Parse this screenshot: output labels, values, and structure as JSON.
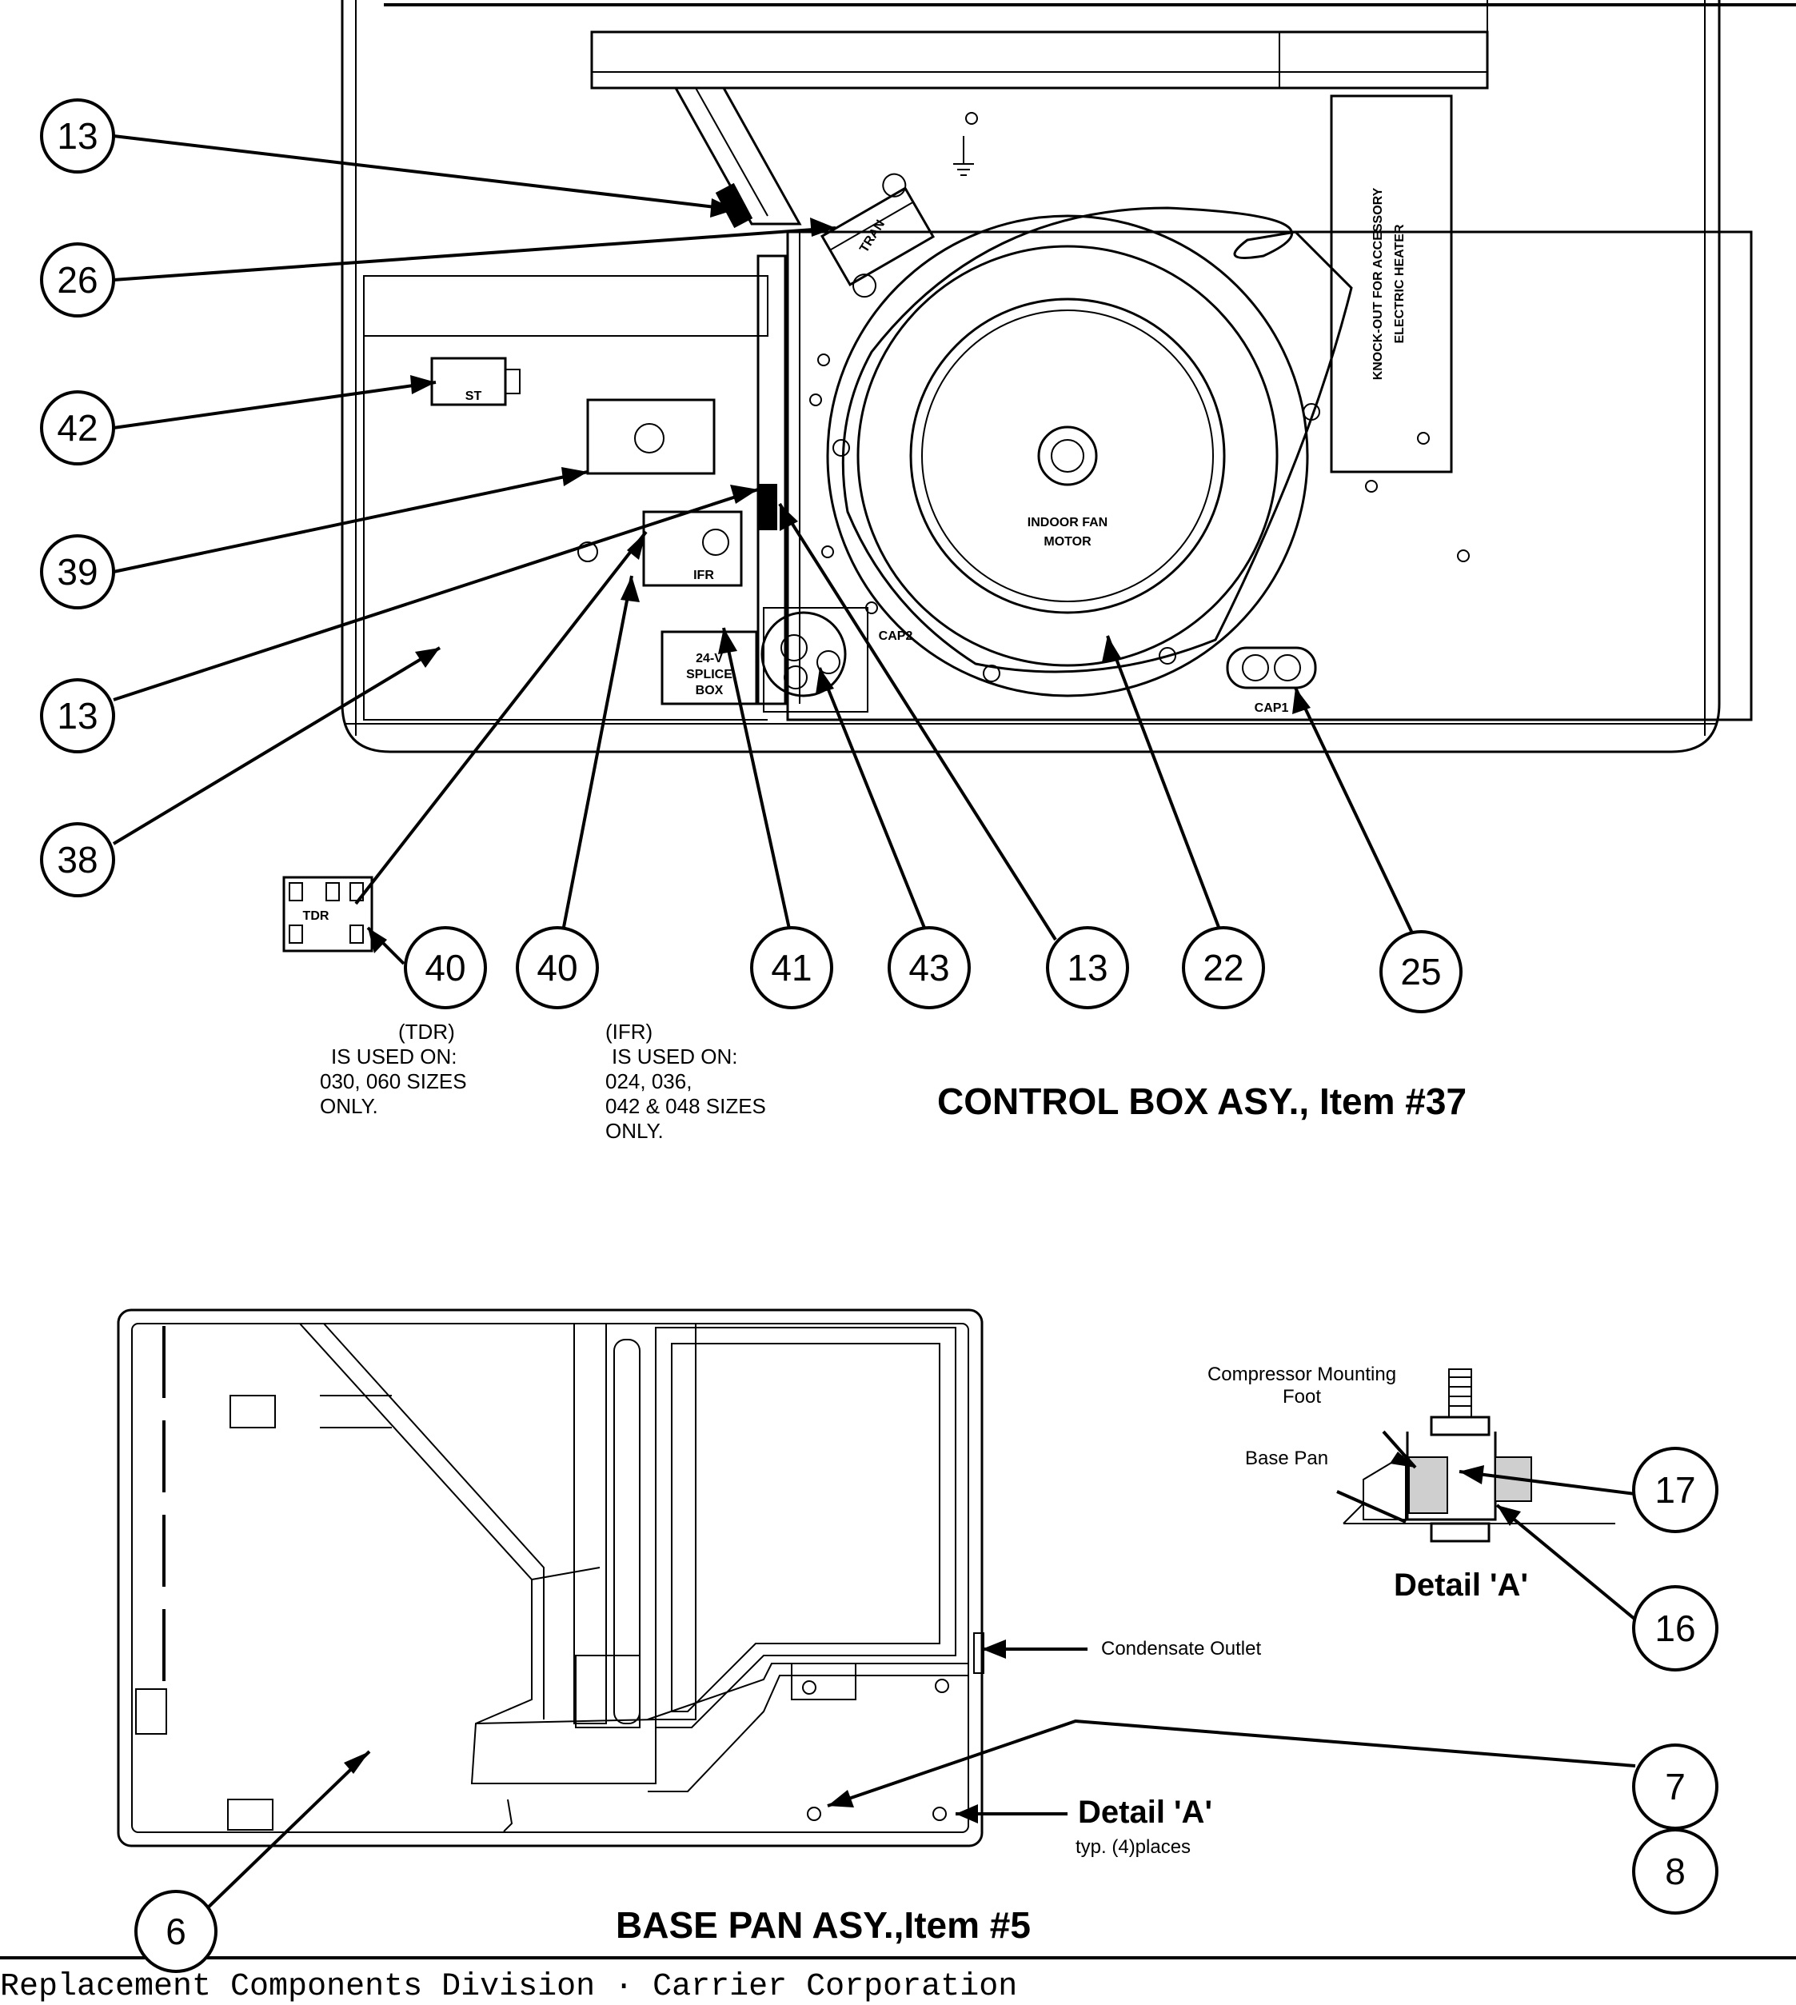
{
  "callouts": [
    {
      "label": "13"
    },
    {
      "label": "26"
    },
    {
      "label": "42"
    },
    {
      "label": "39"
    },
    {
      "label": "13"
    },
    {
      "label": "38"
    },
    {
      "label": "40"
    },
    {
      "label": "40"
    },
    {
      "label": "41"
    },
    {
      "label": "43"
    },
    {
      "label": "13"
    },
    {
      "label": "22"
    },
    {
      "label": "25"
    },
    {
      "label": "17"
    },
    {
      "label": "16"
    },
    {
      "label": "7"
    },
    {
      "label": "8"
    },
    {
      "label": "6"
    }
  ],
  "control_box": {
    "title": "CONTROL BOX ASY., Item #37",
    "tdr_note": [
      "(TDR)",
      "IS USED ON:",
      "030, 060 SIZES",
      "ONLY."
    ],
    "ifr_note": [
      "(IFR)",
      "IS USED ON:",
      "024, 036,",
      "042 & 048 SIZES",
      "ONLY."
    ],
    "part_labels": {
      "tran": "TRAN",
      "st": "ST",
      "ifr": "IFR",
      "tdr": "TDR",
      "splice_box": [
        "24-V",
        "SPLICE",
        "BOX"
      ],
      "cap2": "CAP2",
      "cap1": "CAP1",
      "indoor_fan_motor": [
        "INDOOR FAN",
        "MOTOR"
      ],
      "knockout": [
        "KNOCK-OUT FOR ACCESSORY",
        "ELECTRIC HEATER"
      ]
    }
  },
  "base_pan": {
    "title": "BASE PAN ASY.,Item #5",
    "condensate_outlet": "Condensate Outlet",
    "detail_a": "Detail 'A'",
    "detail_a_places": "typ. (4)places"
  },
  "detail": {
    "compressor_foot": [
      "Compressor Mounting",
      "Foot"
    ],
    "base_pan": "Base Pan",
    "title": "Detail 'A'"
  },
  "footer": "Replacement Components Division  ·  Carrier Corporation"
}
